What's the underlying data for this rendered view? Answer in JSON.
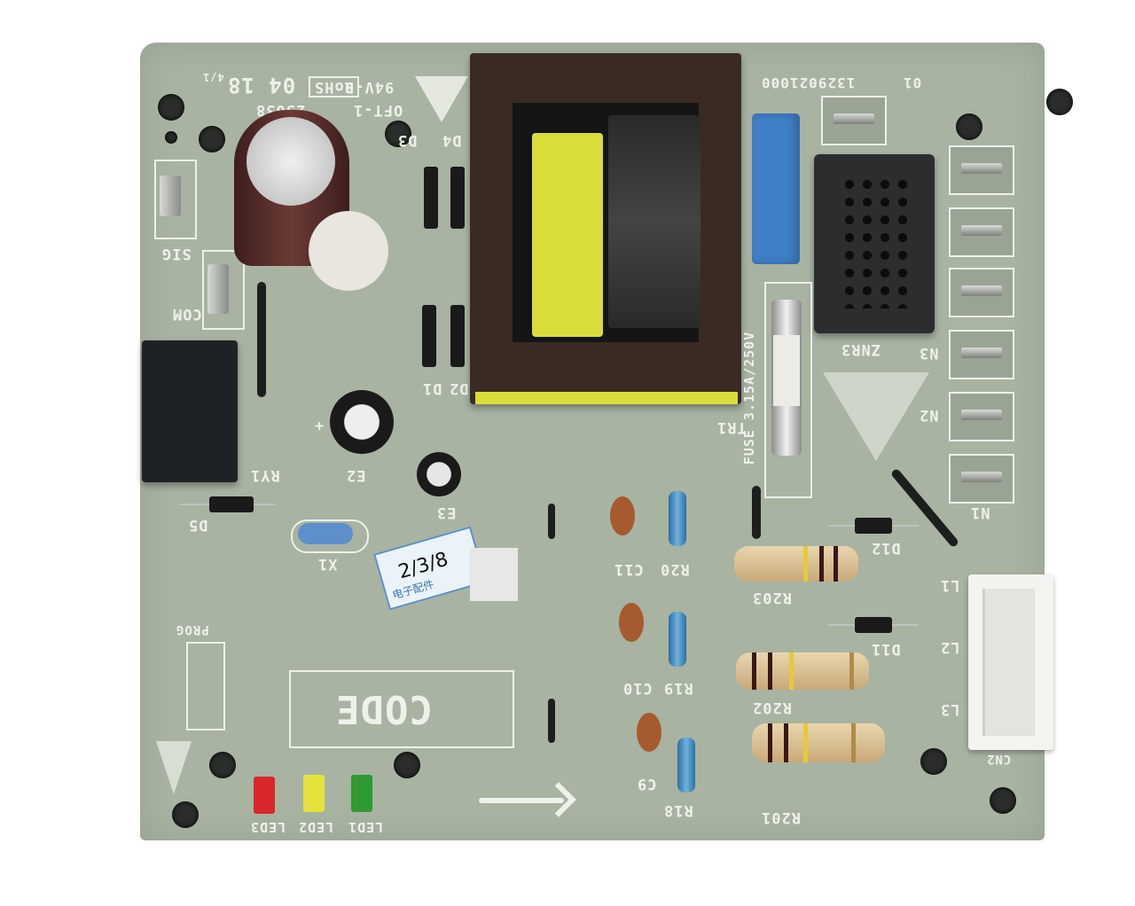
{
  "image": {
    "subject": "Green PCB control board with transformer, relay, capacitors, resistors, fuse and LEDs",
    "background_color": "#ffffff",
    "board_color": "#a8b3a2",
    "silkscreen_color": "#eef1ea"
  },
  "board_markings": {
    "top_left": [
      "94V-0",
      "RoHS",
      "04 18",
      "4/1",
      "OFT-1"
    ],
    "part_number_fragment": "25038",
    "top_right": [
      "1329021000",
      "01"
    ],
    "code_box": "CODE",
    "fuse_label": "FUSE 3.15A/250V",
    "transformer_label": "TR1",
    "varistor_label": "ZNR3"
  },
  "labels": {
    "sig": "SIG",
    "com": "COM",
    "ry1": "RY1",
    "d1": "D1",
    "d2": "D2",
    "d3": "D3",
    "d4": "D4",
    "d5": "D5",
    "e2": "E2",
    "e3": "E3",
    "x1": "X1",
    "prog": "PROG",
    "led1": "LED1",
    "led2": "LED2",
    "led3": "LED3",
    "c9": "C9",
    "c10": "C10",
    "c11": "C11",
    "r18": "R18",
    "r19": "R19",
    "r20": "R20",
    "r201": "R201",
    "r202": "R202",
    "r203": "R203",
    "d11": "D11",
    "d12": "D12",
    "n1": "N1",
    "n2": "N2",
    "n3": "N3",
    "l1": "L1",
    "l2": "L2",
    "l3": "L3",
    "cn2": "CN2",
    "plus": "+"
  },
  "sticker": {
    "handwritten": "2/3/8",
    "printed": "电子配件"
  },
  "leds": [
    {
      "name": "LED3",
      "color": "#d9262a"
    },
    {
      "name": "LED2",
      "color": "#e6e23c"
    },
    {
      "name": "LED1",
      "color": "#2f9a32"
    }
  ],
  "component_colors": {
    "transformer_core": "#3a2a24",
    "transformer_tape": "#d9dd3a",
    "x_capacitor": "#3f7fc6",
    "varistor_block": "#2b2d2f",
    "relay": "#1f2224",
    "connector": "#f3f3f0",
    "power_resistor": "#e2cfa6"
  }
}
